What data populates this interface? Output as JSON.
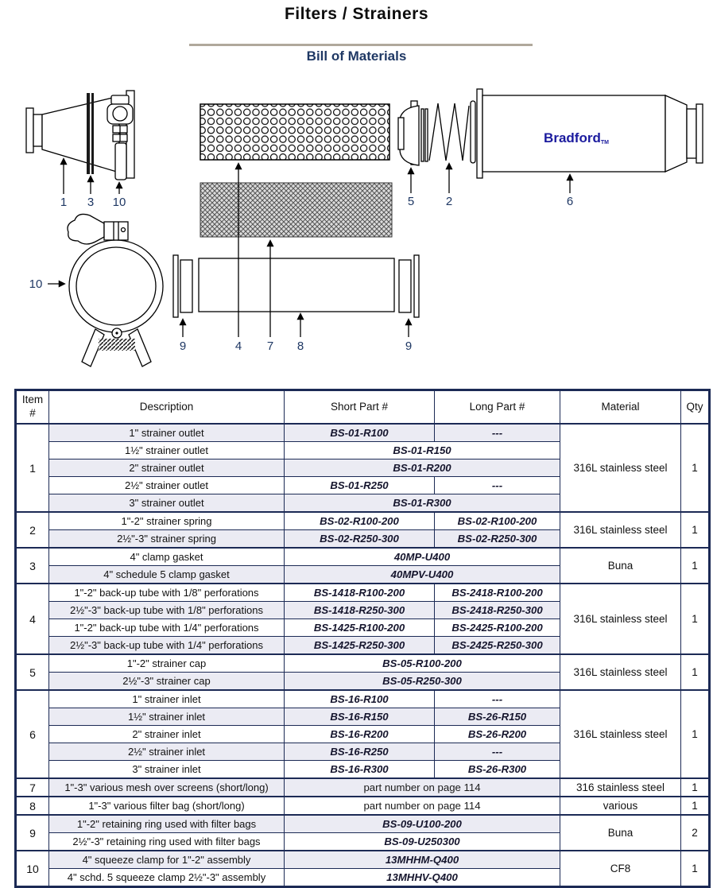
{
  "page": {
    "title": "Filters / Strainers",
    "subtitle": "Bill of Materials"
  },
  "diagram": {
    "brand": "Bradford",
    "brand_tm": "TM",
    "callouts": {
      "c1": "1",
      "c3": "3",
      "c10_top": "10",
      "c10_clamp": "10",
      "c9_left": "9",
      "c4": "4",
      "c7": "7",
      "c8": "8",
      "c9_right": "9",
      "c5": "5",
      "c2": "2",
      "c6": "6"
    }
  },
  "table": {
    "headers": [
      "Item #",
      "Description",
      "Short Part #",
      "Long Part #",
      "Material",
      "Qty"
    ],
    "groups": [
      {
        "item": "1",
        "material": "316L stainless steel",
        "qty": "1",
        "rows": [
          {
            "desc": "1\" strainer outlet",
            "short": "BS-01-R100",
            "long": "---"
          },
          {
            "desc": "1½\" strainer outlet",
            "span": "BS-01-R150"
          },
          {
            "desc": "2\" strainer outlet",
            "span": "BS-01-R200"
          },
          {
            "desc": "2½\" strainer outlet",
            "short": "BS-01-R250",
            "long": "---"
          },
          {
            "desc": "3\" strainer outlet",
            "span": "BS-01-R300"
          }
        ]
      },
      {
        "item": "2",
        "material": "316L stainless steel",
        "qty": "1",
        "rows": [
          {
            "desc": "1\"-2\" strainer spring",
            "short": "BS-02-R100-200",
            "long": "BS-02-R100-200"
          },
          {
            "desc": "2½\"-3\" strainer spring",
            "short": "BS-02-R250-300",
            "long": "BS-02-R250-300"
          }
        ]
      },
      {
        "item": "3",
        "material": "Buna",
        "qty": "1",
        "rows": [
          {
            "desc": "4\" clamp gasket",
            "span": "40MP-U400"
          },
          {
            "desc": "4\" schedule 5 clamp gasket",
            "span": "40MPV-U400"
          }
        ]
      },
      {
        "item": "4",
        "material": "316L stainless steel",
        "qty": "1",
        "rows": [
          {
            "desc": "1\"-2\" back-up tube with 1/8\" perforations",
            "short": "BS-1418-R100-200",
            "long": "BS-2418-R100-200"
          },
          {
            "desc": "2½\"-3\" back-up tube with 1/8\" perforations",
            "short": "BS-1418-R250-300",
            "long": "BS-2418-R250-300"
          },
          {
            "desc": "1\"-2\" back-up tube with 1/4\" perforations",
            "short": "BS-1425-R100-200",
            "long": "BS-2425-R100-200"
          },
          {
            "desc": "2½\"-3\" back-up tube with 1/4\" perforations",
            "short": "BS-1425-R250-300",
            "long": "BS-2425-R250-300"
          }
        ]
      },
      {
        "item": "5",
        "material": "316L stainless steel",
        "qty": "1",
        "rows": [
          {
            "desc": "1\"-2\" strainer cap",
            "span": "BS-05-R100-200"
          },
          {
            "desc": "2½\"-3\" strainer cap",
            "span": "BS-05-R250-300"
          }
        ]
      },
      {
        "item": "6",
        "material": "316L stainless steel",
        "qty": "1",
        "rows": [
          {
            "desc": "1\" strainer inlet",
            "short": "BS-16-R100",
            "long": "---"
          },
          {
            "desc": "1½\" strainer inlet",
            "short": "BS-16-R150",
            "long": "BS-26-R150"
          },
          {
            "desc": "2\" strainer inlet",
            "short": "BS-16-R200",
            "long": "BS-26-R200"
          },
          {
            "desc": "2½\" strainer inlet",
            "short": "BS-16-R250",
            "long": "---"
          },
          {
            "desc": "3\" strainer inlet",
            "short": "BS-16-R300",
            "long": "BS-26-R300"
          }
        ]
      },
      {
        "item": "7",
        "material": "316 stainless steel",
        "qty": "1",
        "rows": [
          {
            "desc": "1\"-3\" various mesh over screens (short/long)",
            "span": "part number on page 114",
            "plain": true
          }
        ]
      },
      {
        "item": "8",
        "material": "various",
        "qty": "1",
        "rows": [
          {
            "desc": "1\"-3\" various filter bag (short/long)",
            "span": "part number on page 114",
            "plain": true
          }
        ]
      },
      {
        "item": "9",
        "material": "Buna",
        "qty": "2",
        "rows": [
          {
            "desc": "1\"-2\" retaining ring used with filter bags",
            "span": "BS-09-U100-200"
          },
          {
            "desc": "2½\"-3\" retaining ring used with filter bags",
            "span": "BS-09-U250300"
          }
        ]
      },
      {
        "item": "10",
        "material": "CF8",
        "qty": "1",
        "rows": [
          {
            "desc": "4\" squeeze clamp for 1\"-2\" assembly",
            "span": "13MHHM-Q400"
          },
          {
            "desc": "4\" schd. 5 squeeze clamp 2½\"-3\" assembly",
            "span": "13MHHV-Q400"
          }
        ]
      }
    ]
  }
}
